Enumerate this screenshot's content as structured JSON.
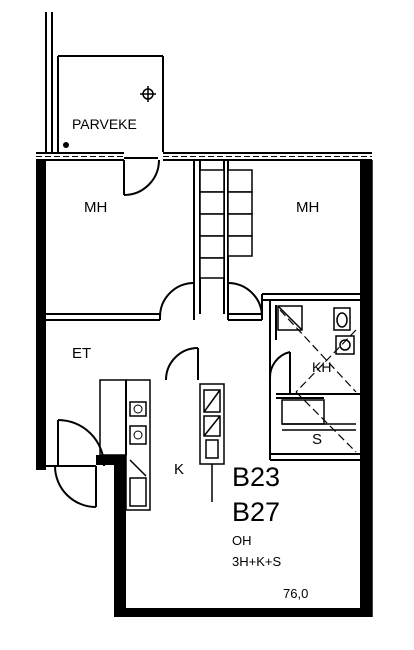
{
  "floorplan": {
    "rooms": {
      "balcony": "PARVEKE",
      "bedroom_left": "MH",
      "bedroom_right": "MH",
      "entry": "ET",
      "kitchen": "K",
      "bathroom": "KH",
      "sauna": "S"
    },
    "apartment_codes": [
      "B23",
      "B27"
    ],
    "floor_code": "OH",
    "layout_type": "3H+K+S",
    "area": "76,0"
  }
}
